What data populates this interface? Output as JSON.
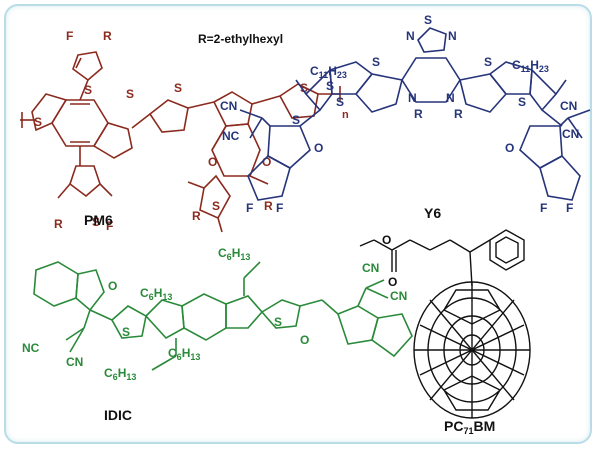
{
  "r_definition": "R=2-ethylhexyl",
  "molecules": {
    "pm6": {
      "name": "PM6",
      "color": "#8b2a1e"
    },
    "y6": {
      "name": "Y6",
      "color": "#26347a"
    },
    "idic": {
      "name": "IDIC",
      "color": "#2a8a3a"
    },
    "pc71bm": {
      "name_main": "PC",
      "name_sub": "71",
      "name_end": "BM",
      "color": "#111111"
    }
  },
  "atom_labels": {
    "F": "F",
    "S": "S",
    "R": "R",
    "O": "O",
    "N": "N",
    "CN": "CN",
    "NC": "NC",
    "n": "n",
    "c11h23": {
      "main": "C",
      "sub": "11",
      "h": "H",
      "hsub": "23"
    },
    "c6h13": {
      "main": "C",
      "sub": "6",
      "h": "H",
      "hsub": "13"
    }
  }
}
